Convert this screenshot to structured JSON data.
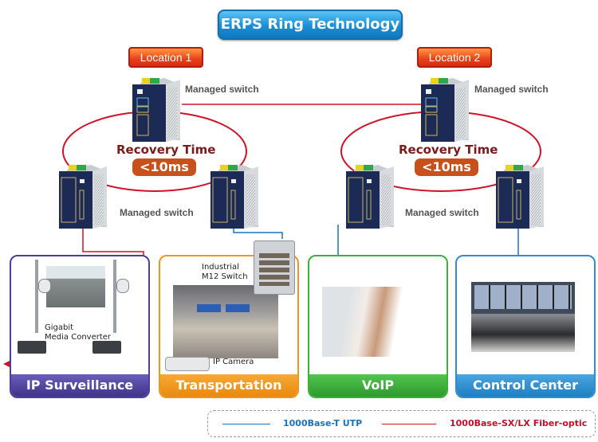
{
  "title": "ERPS Ring Technology",
  "locations": [
    {
      "label": "Location 1",
      "recovery_label": "Recovery Time",
      "recovery_value": "<10ms",
      "switch_labels": [
        "Managed switch",
        "Managed switch"
      ]
    },
    {
      "label": "Location 2",
      "recovery_label": "Recovery Time",
      "recovery_value": "<10ms",
      "switch_labels": [
        "Managed switch",
        "Managed switch"
      ]
    }
  ],
  "panels": [
    {
      "name": "IP Surveillance",
      "color": "#4b3f9a",
      "annotation": [
        "Gigabit",
        "Media Converter"
      ]
    },
    {
      "name": "Transportation",
      "color": "#f0961c",
      "annotation": [
        "Industrial",
        "M12 Switch"
      ],
      "camera_label": "IP Camera"
    },
    {
      "name": "VoIP",
      "color": "#3bb13a"
    },
    {
      "name": "Control Center",
      "color": "#2b8fd0"
    }
  ],
  "legend": [
    {
      "label": "1000Base-T UTP",
      "color": "#1a73c0"
    },
    {
      "label": "1000Base-SX/LX Fiber-optic",
      "color": "#d0122a"
    }
  ],
  "colors": {
    "fiber": "#d0122a",
    "utp": "#1a73c0"
  }
}
